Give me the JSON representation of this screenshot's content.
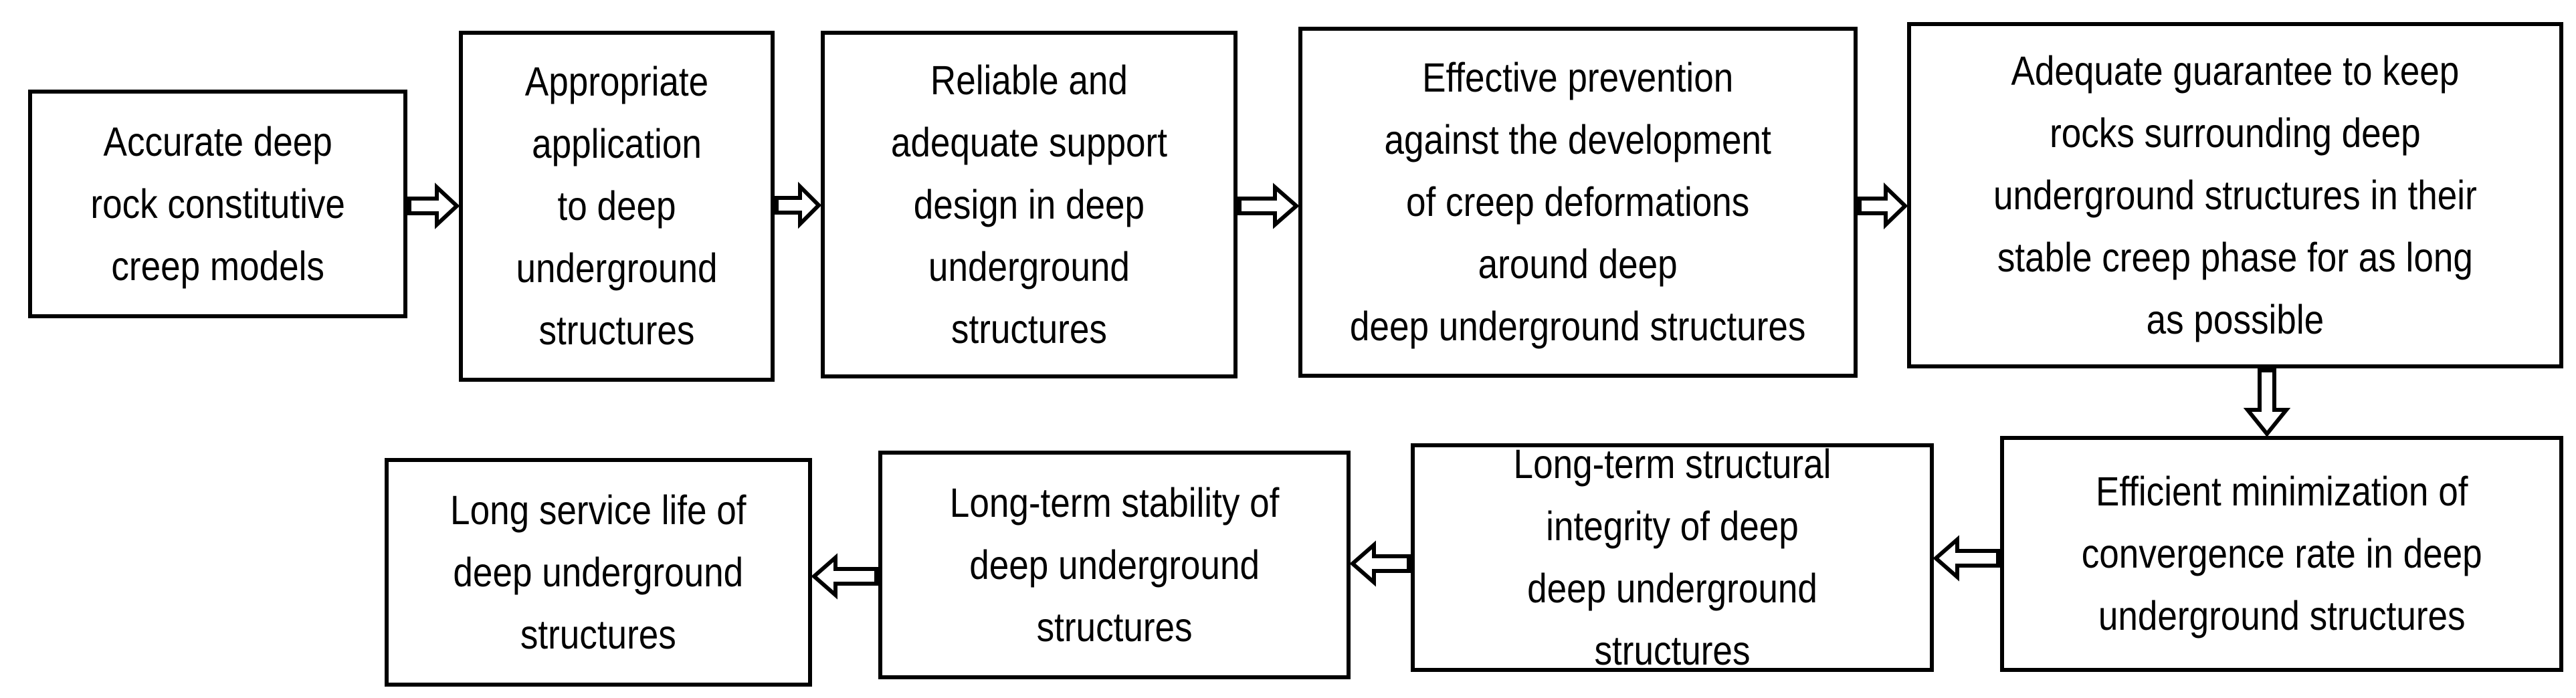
{
  "flow": {
    "top_row": [
      {
        "text": "Accurate deep\nrock constitutive\ncreep models"
      },
      {
        "text": "Appropriate\napplication\nto deep\nunderground\nstructures"
      },
      {
        "text": "Reliable and\nadequate support\ndesign in deep\nunderground\nstructures"
      },
      {
        "text": "Effective prevention\nagainst the development\nof creep deformations\naround deep\ndeep underground structures"
      },
      {
        "text": "Adequate guarantee to keep\nrocks surrounding deep\nunderground structures in their\nstable creep phase for as long\nas possible"
      }
    ],
    "bottom_row": [
      {
        "text": "Efficient minimization of\nconvergence rate in deep\nunderground structures"
      },
      {
        "text": "Long-term structural\nintegrity of deep\ndeep underground structures"
      },
      {
        "text": "Long-term stability of\ndeep underground\nstructures"
      },
      {
        "text": "Long service life of\ndeep underground\nstructures"
      }
    ]
  }
}
